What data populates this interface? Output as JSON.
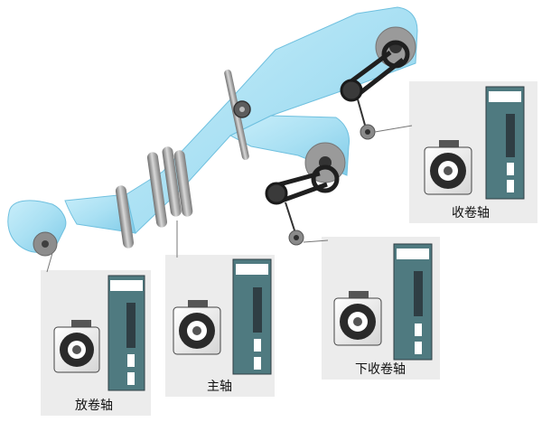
{
  "diagram": {
    "panels": [
      {
        "id": "unwind",
        "label": "放卷轴",
        "motor_icon": "servo-motor-icon",
        "drive_icon": "servo-drive-icon"
      },
      {
        "id": "main",
        "label": "主轴",
        "motor_icon": "servo-motor-icon",
        "drive_icon": "servo-drive-icon"
      },
      {
        "id": "lower-rewind",
        "label": "下收卷轴",
        "motor_icon": "servo-motor-icon",
        "drive_icon": "servo-drive-icon"
      },
      {
        "id": "rewind",
        "label": "收卷轴",
        "motor_icon": "servo-motor-icon",
        "drive_icon": "servo-drive-icon"
      }
    ],
    "colors": {
      "web": "#9fdcf0",
      "web_edge": "#5fb8dc",
      "roller": "#9a9a9a",
      "belt": "#222222",
      "panel_bg": "#ececec",
      "drive_body": "#4f7a80",
      "drive_dark": "#2f3e44"
    }
  }
}
